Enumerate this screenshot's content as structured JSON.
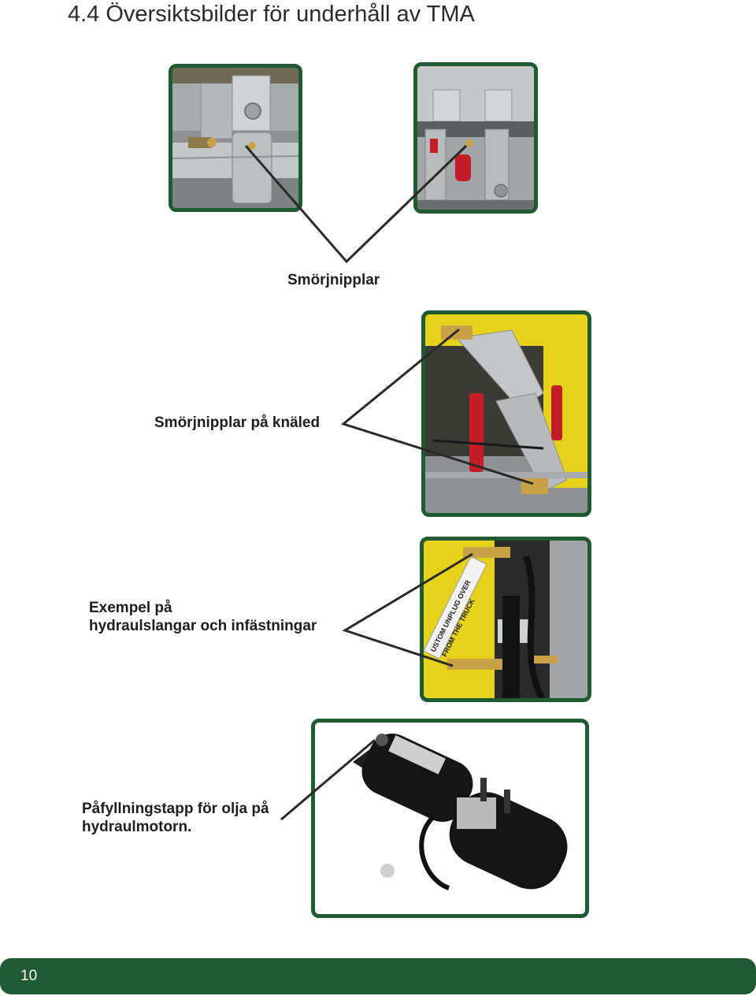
{
  "page": {
    "title": "4.4 Översiktsbilder för underhåll av TMA",
    "page_number": "10"
  },
  "captions": {
    "smorjnipplar": "Smörjnipplar",
    "knaled": "Smörjnipplar på knäled",
    "hydraul_line1": "Exempel på",
    "hydraul_line2": "hydraulslangar och infästningar",
    "pafyllning_line1": "Påfyllningstapp för olja på",
    "pafyllning_line2": "hydraulmotorn."
  },
  "photos": {
    "label_line1": "USTOM UNPLUG OVER",
    "label_line2": "FROM THE TRUCK"
  },
  "colors": {
    "frame_green": "#1f5a32",
    "galvanized": "#b9bdbf",
    "yellow": "#e6d21a",
    "red": "#c41d28",
    "brass": "#c9a247",
    "motor_black": "#151515"
  }
}
